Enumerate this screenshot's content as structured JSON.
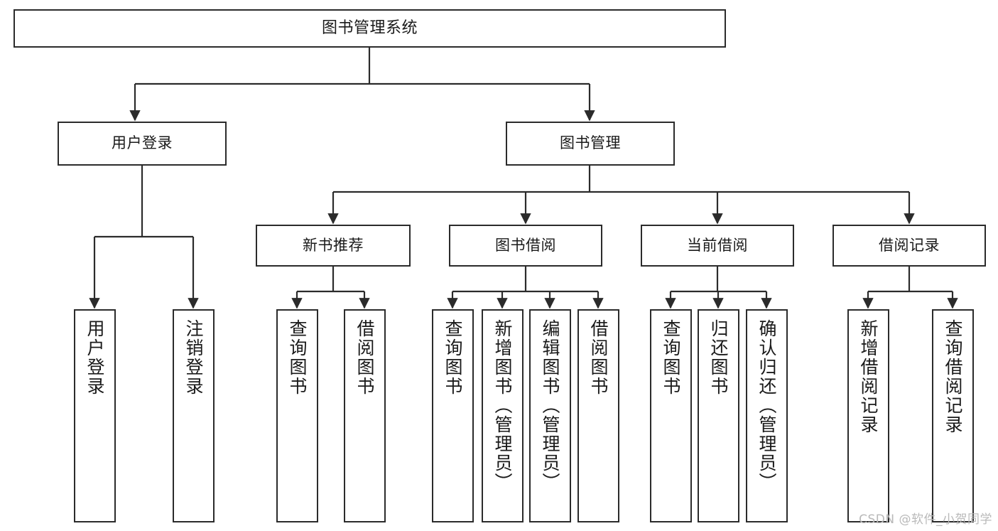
{
  "diagram": {
    "type": "tree-hierarchy-chart",
    "title": "图书管理系统",
    "stroke_color": "#2b2b2b",
    "background_color": "#ffffff",
    "levels": 4,
    "root": {
      "label": "图书管理系统"
    },
    "level2": [
      {
        "label": "用户登录"
      },
      {
        "label": "图书管理"
      }
    ],
    "level3": [
      {
        "label": "新书推荐"
      },
      {
        "label": "图书借阅"
      },
      {
        "label": "当前借阅"
      },
      {
        "label": "借阅记录"
      }
    ],
    "leaves": {
      "user_login": [
        {
          "label": "用户登录"
        },
        {
          "label": "注销登录"
        }
      ],
      "new_book_recommend": [
        {
          "label": "查询图书"
        },
        {
          "label": "借阅图书"
        }
      ],
      "book_borrow": [
        {
          "label": "查询图书"
        },
        {
          "label": "新增图书（管理员）"
        },
        {
          "label": "编辑图书（管理员）"
        },
        {
          "label": "借阅图书"
        }
      ],
      "current_borrow": [
        {
          "label": "查询图书"
        },
        {
          "label": "归还图书"
        },
        {
          "label": "确认归还（管理员）"
        }
      ],
      "borrow_record": [
        {
          "label": "新增借阅记录"
        },
        {
          "label": "查询借阅记录"
        }
      ]
    }
  },
  "watermark": {
    "text": "CSDN @软件_小贺同学"
  }
}
